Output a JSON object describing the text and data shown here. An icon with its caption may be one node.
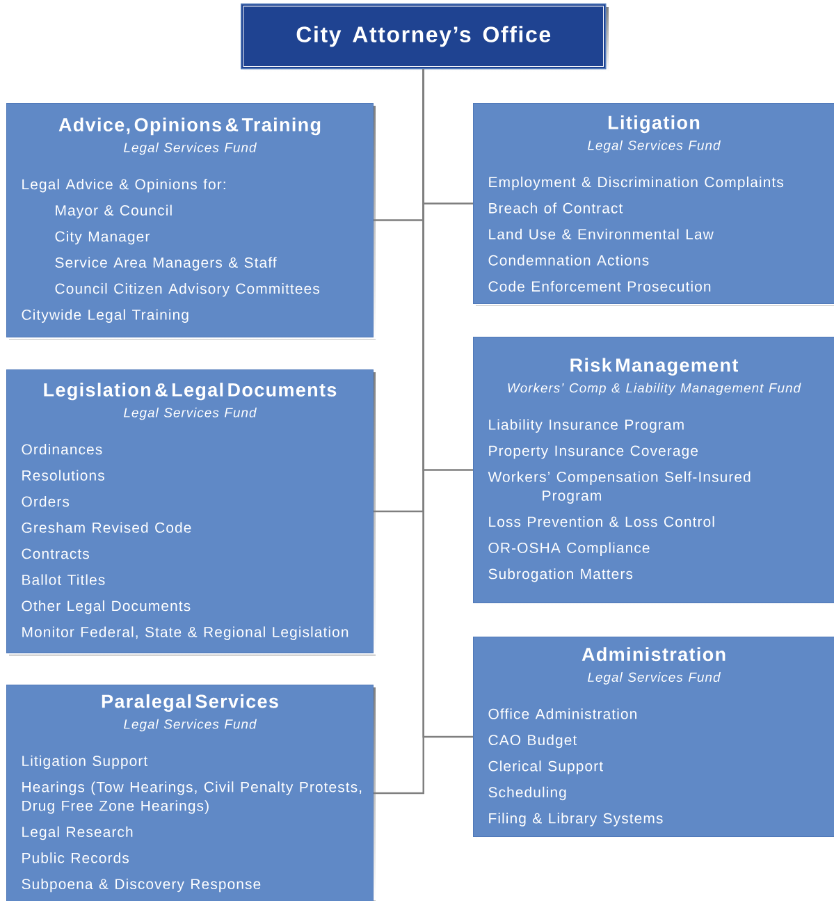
{
  "diagram": {
    "nodes": [
      {
        "text": [
          "City Attorney’s Office"
        ]
      },
      {
        "text": [
          "Advice, Opinions & Training",
          "Legal Services Fund",
          "Legal Advice & Opinions for:",
          "Mayor & Council",
          "City Manager",
          "Service Area Managers & Staff",
          "Council Citizen Advisory Committees",
          "Citywide Legal Training"
        ]
      },
      {
        "text": [
          "Litigation",
          "Legal Services Fund",
          "Employment & Discrimination Complaints",
          "Breach of Contract",
          "Land Use & Environmental Law",
          "Condemnation Actions",
          "Code Enforcement Prosecution"
        ]
      },
      {
        "text": [
          "Legislation & Legal Documents",
          "Legal Services Fund",
          "Ordinances",
          "Resolutions",
          "Orders",
          "Gresham Revised Code",
          "Contracts",
          "Ballot Titles",
          "Other Legal Documents",
          "Monitor Federal, State & Regional Legislation"
        ]
      },
      {
        "text": [
          "Risk Management",
          "Workers’ Comp & Liability Management Fund",
          "Liability Insurance Program",
          "Property Insurance Coverage",
          "Workers’ Compensation Self-Insured Program",
          "Loss Prevention & Loss Control",
          "OR-OSHA Compliance",
          "Subrogation Matters"
        ]
      },
      {
        "text": [
          "Paralegal Services",
          "Legal Services Fund",
          "Litigation Support",
          "Hearings (Tow Hearings, Civil Penalty Protests, Drug Free Zone Hearings)",
          "Legal Research",
          "Public Records",
          "Subpoena & Discovery Response"
        ]
      },
      {
        "text": [
          "Administration",
          "Legal Services Fund",
          "Office Administration",
          "CAO Budget",
          "Clerical Support",
          "Scheduling",
          "Filing & Library Systems"
        ]
      }
    ],
    "edges": [
      {
        "from": 0,
        "to": 1,
        "arrow": "none"
      },
      {
        "from": 0,
        "to": 2,
        "arrow": "none"
      },
      {
        "from": 0,
        "to": 3,
        "arrow": "none"
      },
      {
        "from": 0,
        "to": 4,
        "arrow": "none"
      },
      {
        "from": 0,
        "to": 5,
        "arrow": "none"
      },
      {
        "from": 0,
        "to": 6,
        "arrow": "none"
      }
    ]
  }
}
